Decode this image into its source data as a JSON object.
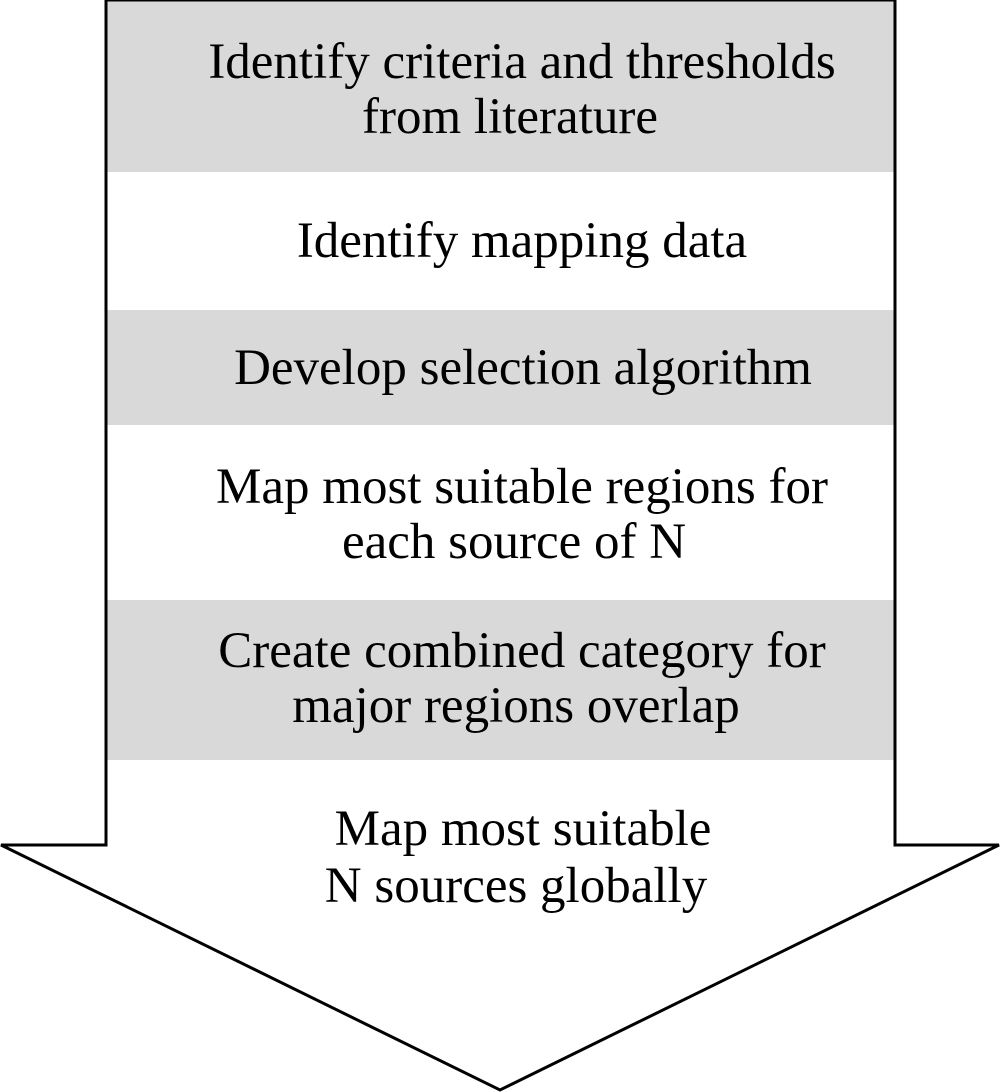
{
  "colors": {
    "shaded_band": "#d9d9d9",
    "plain_band": "#ffffff",
    "outline": "#000000",
    "text": "#000000"
  },
  "steps": [
    {
      "lines": [
        "Identify criteria and thresholds",
        "from literature"
      ],
      "shaded": true
    },
    {
      "lines": [
        "Identify mapping data"
      ],
      "shaded": false
    },
    {
      "lines": [
        "Develop selection algorithm"
      ],
      "shaded": true
    },
    {
      "lines": [
        "Map most suitable regions for",
        "each source of N"
      ],
      "shaded": false
    },
    {
      "lines": [
        "Create combined category for",
        "major regions overlap"
      ],
      "shaded": true
    },
    {
      "lines": [
        "Map most suitable",
        "N sources globally"
      ],
      "shaded": false
    }
  ]
}
